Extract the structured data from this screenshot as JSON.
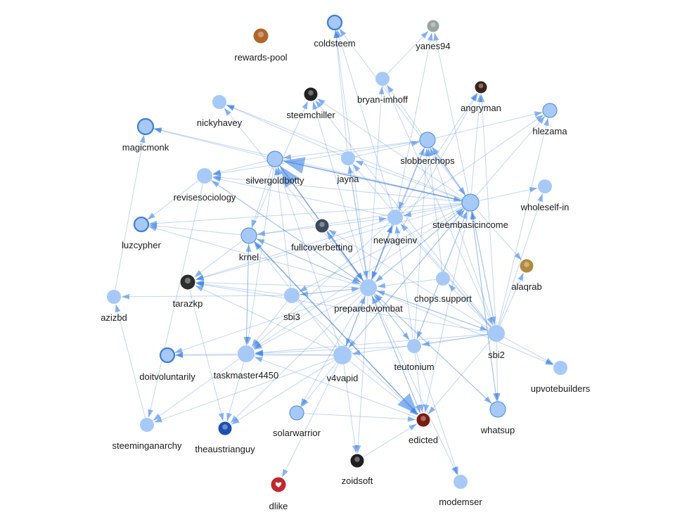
{
  "graph": {
    "nodes": [
      {
        "id": "coldsteem",
        "label": "coldsteem",
        "style": "ring",
        "icon": "user-circle-icon"
      },
      {
        "id": "rewards-pool",
        "label": "rewards-pool",
        "style": "avatar",
        "avatar_color": "#b0662a",
        "icon": "avatar-icon"
      },
      {
        "id": "yanes94",
        "label": "yanes94",
        "style": "avatar",
        "avatar_color": "#9aa3a0",
        "icon": "avatar-icon"
      },
      {
        "id": "bryan-imhoff",
        "label": "bryan-imhoff",
        "style": "plain",
        "icon": "user-circle-icon"
      },
      {
        "id": "steemchiller",
        "label": "steemchiller",
        "style": "avatar",
        "avatar_color": "#222222",
        "icon": "avatar-icon"
      },
      {
        "id": "angryman",
        "label": "angryman",
        "style": "avatar",
        "avatar_color": "#3a2418",
        "icon": "avatar-icon"
      },
      {
        "id": "nickyhavey",
        "label": "nickyhavey",
        "style": "plain",
        "icon": "user-circle-icon"
      },
      {
        "id": "hlezama",
        "label": "hlezama",
        "style": "ring-thin",
        "icon": "user-circle-icon"
      },
      {
        "id": "magicmonk",
        "label": "magicmonk",
        "style": "ring",
        "icon": "user-circle-icon"
      },
      {
        "id": "slobberchops",
        "label": "slobberchops",
        "style": "ring-thin",
        "icon": "user-circle-icon"
      },
      {
        "id": "silvergoldbotty",
        "label": "silvergoldbotty",
        "style": "ring-thin",
        "icon": "user-circle-icon"
      },
      {
        "id": "jayna",
        "label": "jayna",
        "style": "plain",
        "icon": "user-circle-icon"
      },
      {
        "id": "revisesociology",
        "label": "revisesociology",
        "style": "plain",
        "icon": "user-circle-icon"
      },
      {
        "id": "wholeself-in",
        "label": "wholeself-in",
        "style": "plain",
        "icon": "user-circle-icon"
      },
      {
        "id": "steembasicincome",
        "label": "steembasicincome",
        "style": "ring-thin",
        "icon": "user-circle-icon"
      },
      {
        "id": "luzcypher",
        "label": "luzcypher",
        "style": "ring",
        "icon": "user-circle-icon"
      },
      {
        "id": "newageinv",
        "label": "newageinv",
        "style": "plain",
        "icon": "user-circle-icon"
      },
      {
        "id": "krnel",
        "label": "krnel",
        "style": "ring-thin",
        "icon": "user-circle-icon"
      },
      {
        "id": "fullcoverbetting",
        "label": "fullcoverbetting",
        "style": "avatar",
        "avatar_color": "#3c4a5e",
        "icon": "avatar-icon"
      },
      {
        "id": "alaqrab",
        "label": "alaqrab",
        "style": "avatar",
        "avatar_color": "#b38a3c",
        "icon": "avatar-icon"
      },
      {
        "id": "tarazkp",
        "label": "tarazkp",
        "style": "avatar",
        "avatar_color": "#2d2d2d",
        "icon": "avatar-icon"
      },
      {
        "id": "azizbd",
        "label": "azizbd",
        "style": "plain",
        "icon": "user-circle-icon"
      },
      {
        "id": "sbi3",
        "label": "sbi3",
        "style": "plain",
        "icon": "user-circle-icon"
      },
      {
        "id": "preparedwombat",
        "label": "preparedwombat",
        "style": "plain",
        "icon": "user-circle-icon"
      },
      {
        "id": "chops.support",
        "label": "chops.support",
        "style": "plain",
        "icon": "user-circle-icon"
      },
      {
        "id": "sbi2",
        "label": "sbi2",
        "style": "plain",
        "icon": "user-circle-icon"
      },
      {
        "id": "doitvoluntarily",
        "label": "doitvoluntarily",
        "style": "ring",
        "icon": "user-circle-icon"
      },
      {
        "id": "taskmaster4450",
        "label": "taskmaster4450",
        "style": "plain",
        "icon": "user-circle-icon"
      },
      {
        "id": "v4vapid",
        "label": "v4vapid",
        "style": "plain",
        "icon": "user-circle-icon"
      },
      {
        "id": "teutonium",
        "label": "teutonium",
        "style": "plain",
        "icon": "user-circle-icon"
      },
      {
        "id": "upvotebuilders",
        "label": "upvotebuilders",
        "style": "plain",
        "icon": "user-circle-icon"
      },
      {
        "id": "steeminganarchy",
        "label": "steeminganarchy",
        "style": "plain",
        "icon": "user-circle-icon"
      },
      {
        "id": "theaustrianguy",
        "label": "theaustrianguy",
        "style": "avatar",
        "avatar_color": "#1e4fb0",
        "icon": "avatar-icon"
      },
      {
        "id": "solarwarrior",
        "label": "solarwarrior",
        "style": "ring-thin",
        "icon": "user-circle-icon"
      },
      {
        "id": "edicted",
        "label": "edicted",
        "style": "avatar",
        "avatar_color": "#7a1c10",
        "icon": "avatar-icon"
      },
      {
        "id": "whatsup",
        "label": "whatsup",
        "style": "ring-thin",
        "icon": "user-circle-icon"
      },
      {
        "id": "zoidsoft",
        "label": "zoidsoft",
        "style": "avatar",
        "avatar_color": "#1f1f1f",
        "icon": "avatar-icon"
      },
      {
        "id": "dlike",
        "label": "dlike",
        "style": "avatar",
        "avatar_color": "#c0282d",
        "icon": "heart-icon"
      },
      {
        "id": "modemser",
        "label": "modemser",
        "style": "plain",
        "icon": "user-circle-icon"
      }
    ],
    "edges": [
      [
        "newageinv",
        "coldsteem"
      ],
      [
        "jayna",
        "coldsteem"
      ],
      [
        "steembasicincome",
        "coldsteem"
      ],
      [
        "preparedwombat",
        "coldsteem"
      ],
      [
        "bryan-imhoff",
        "yanes94"
      ],
      [
        "steembasicincome",
        "yanes94"
      ],
      [
        "newageinv",
        "yanes94"
      ],
      [
        "preparedwombat",
        "bryan-imhoff"
      ],
      [
        "steembasicincome",
        "bryan-imhoff"
      ],
      [
        "krnel",
        "steemchiller"
      ],
      [
        "steembasicincome",
        "steemchiller"
      ],
      [
        "sbi2",
        "steemchiller"
      ],
      [
        "preparedwombat",
        "steemchiller"
      ],
      [
        "preparedwombat",
        "angryman"
      ],
      [
        "sbi2",
        "angryman"
      ],
      [
        "steembasicincome",
        "angryman"
      ],
      [
        "newageinv",
        "angryman"
      ],
      [
        "steembasicincome",
        "nickyhavey"
      ],
      [
        "jayna",
        "nickyhavey"
      ],
      [
        "preparedwombat",
        "nickyhavey"
      ],
      [
        "steembasicincome",
        "hlezama"
      ],
      [
        "slobberchops",
        "hlezama"
      ],
      [
        "sbi2",
        "hlezama"
      ],
      [
        "newageinv",
        "hlezama"
      ],
      [
        "silvergoldbotty",
        "magicmonk"
      ],
      [
        "steembasicincome",
        "magicmonk"
      ],
      [
        "azizbd",
        "magicmonk"
      ],
      [
        "steembasicincome",
        "slobberchops"
      ],
      [
        "preparedwombat",
        "slobberchops"
      ],
      [
        "sbi2",
        "slobberchops"
      ],
      [
        "chops.support",
        "slobberchops"
      ],
      [
        "teutonium",
        "slobberchops"
      ],
      [
        "steembasicincome",
        "silvergoldbotty"
      ],
      [
        "preparedwombat",
        "silvergoldbotty"
      ],
      [
        "v4vapid",
        "silvergoldbotty"
      ],
      [
        "slobberchops",
        "silvergoldbotty"
      ],
      [
        "sbi3",
        "silvergoldbotty"
      ],
      [
        "preparedwombat",
        "jayna"
      ],
      [
        "steembasicincome",
        "jayna"
      ],
      [
        "sbi2",
        "jayna"
      ],
      [
        "steembasicincome",
        "revisesociology"
      ],
      [
        "preparedwombat",
        "revisesociology"
      ],
      [
        "silvergoldbotty",
        "revisesociology"
      ],
      [
        "newageinv",
        "revisesociology"
      ],
      [
        "slobberchops",
        "revisesociology"
      ],
      [
        "sbi2",
        "wholeself-in"
      ],
      [
        "steembasicincome",
        "wholeself-in"
      ],
      [
        "sbi2",
        "steembasicincome"
      ],
      [
        "preparedwombat",
        "steembasicincome"
      ],
      [
        "slobberchops",
        "steembasicincome"
      ],
      [
        "v4vapid",
        "steembasicincome"
      ],
      [
        "whatsup",
        "steembasicincome"
      ],
      [
        "teutonium",
        "steembasicincome"
      ],
      [
        "silvergoldbotty",
        "steembasicincome"
      ],
      [
        "revisesociology",
        "luzcypher"
      ],
      [
        "steembasicincome",
        "luzcypher"
      ],
      [
        "steembasicincome",
        "newageinv"
      ],
      [
        "preparedwombat",
        "newageinv"
      ],
      [
        "slobberchops",
        "newageinv"
      ],
      [
        "sbi2",
        "newageinv"
      ],
      [
        "v4vapid",
        "newageinv"
      ],
      [
        "krnel",
        "newageinv"
      ],
      [
        "teutonium",
        "newageinv"
      ],
      [
        "steembasicincome",
        "krnel"
      ],
      [
        "preparedwombat",
        "krnel"
      ],
      [
        "silvergoldbotty",
        "krnel"
      ],
      [
        "taskmaster4450",
        "krnel"
      ],
      [
        "v4vapid",
        "krnel"
      ],
      [
        "edicted",
        "krnel"
      ],
      [
        "preparedwombat",
        "fullcoverbetting"
      ],
      [
        "sbi2",
        "fullcoverbetting"
      ],
      [
        "sbi2",
        "alaqrab"
      ],
      [
        "steembasicincome",
        "alaqrab"
      ],
      [
        "preparedwombat",
        "tarazkp"
      ],
      [
        "steembasicincome",
        "tarazkp"
      ],
      [
        "sbi3",
        "tarazkp"
      ],
      [
        "v4vapid",
        "tarazkp"
      ],
      [
        "sbi2",
        "tarazkp"
      ],
      [
        "krnel",
        "tarazkp"
      ],
      [
        "newageinv",
        "tarazkp"
      ],
      [
        "sbi3",
        "azizbd"
      ],
      [
        "steeminganarchy",
        "azizbd"
      ],
      [
        "preparedwombat",
        "sbi3"
      ],
      [
        "steembasicincome",
        "sbi3"
      ],
      [
        "sbi2",
        "preparedwombat"
      ],
      [
        "steembasicincome",
        "preparedwombat"
      ],
      [
        "v4vapid",
        "preparedwombat"
      ],
      [
        "sbi3",
        "preparedwombat"
      ],
      [
        "chops.support",
        "preparedwombat"
      ],
      [
        "teutonium",
        "preparedwombat"
      ],
      [
        "silvergoldbotty",
        "preparedwombat"
      ],
      [
        "jayna",
        "preparedwombat"
      ],
      [
        "krnel",
        "preparedwombat"
      ],
      [
        "edicted",
        "preparedwombat"
      ],
      [
        "whatsup",
        "preparedwombat"
      ],
      [
        "slobberchops",
        "preparedwombat"
      ],
      [
        "newageinv",
        "preparedwombat"
      ],
      [
        "fullcoverbetting",
        "preparedwombat"
      ],
      [
        "revisesociology",
        "preparedwombat"
      ],
      [
        "sbi2",
        "chops.support"
      ],
      [
        "steembasicincome",
        "sbi2"
      ],
      [
        "preparedwombat",
        "sbi2"
      ],
      [
        "taskmaster4450",
        "doitvoluntarily"
      ],
      [
        "preparedwombat",
        "doitvoluntarily"
      ],
      [
        "v4vapid",
        "doitvoluntarily"
      ],
      [
        "v4vapid",
        "taskmaster4450"
      ],
      [
        "preparedwombat",
        "taskmaster4450"
      ],
      [
        "sbi2",
        "taskmaster4450"
      ],
      [
        "steembasicincome",
        "taskmaster4450"
      ],
      [
        "sbi3",
        "taskmaster4450"
      ],
      [
        "silvergoldbotty",
        "taskmaster4450"
      ],
      [
        "teutonium",
        "taskmaster4450"
      ],
      [
        "newageinv",
        "taskmaster4450"
      ],
      [
        "krnel",
        "taskmaster4450"
      ],
      [
        "edicted",
        "taskmaster4450"
      ],
      [
        "preparedwombat",
        "v4vapid"
      ],
      [
        "sbi2",
        "v4vapid"
      ],
      [
        "steembasicincome",
        "v4vapid"
      ],
      [
        "preparedwombat",
        "teutonium"
      ],
      [
        "sbi2",
        "teutonium"
      ],
      [
        "steembasicincome",
        "teutonium"
      ],
      [
        "sbi2",
        "upvotebuilders"
      ],
      [
        "preparedwombat",
        "upvotebuilders"
      ],
      [
        "taskmaster4450",
        "steeminganarchy"
      ],
      [
        "v4vapid",
        "steeminganarchy"
      ],
      [
        "revisesociology",
        "steeminganarchy"
      ],
      [
        "taskmaster4450",
        "theaustrianguy"
      ],
      [
        "v4vapid",
        "theaustrianguy"
      ],
      [
        "preparedwombat",
        "theaustrianguy"
      ],
      [
        "tarazkp",
        "theaustrianguy"
      ],
      [
        "v4vapid",
        "solarwarrior"
      ],
      [
        "preparedwombat",
        "solarwarrior"
      ],
      [
        "krnel",
        "edicted"
      ],
      [
        "v4vapid",
        "edicted"
      ],
      [
        "preparedwombat",
        "edicted"
      ],
      [
        "sbi2",
        "edicted"
      ],
      [
        "teutonium",
        "edicted"
      ],
      [
        "steembasicincome",
        "edicted"
      ],
      [
        "solarwarrior",
        "edicted"
      ],
      [
        "zoidsoft",
        "edicted"
      ],
      [
        "sbi3",
        "edicted"
      ],
      [
        "preparedwombat",
        "whatsup"
      ],
      [
        "sbi2",
        "whatsup"
      ],
      [
        "steembasicincome",
        "whatsup"
      ],
      [
        "v4vapid",
        "zoidsoft"
      ],
      [
        "preparedwombat",
        "zoidsoft"
      ],
      [
        "v4vapid",
        "dlike"
      ],
      [
        "preparedwombat",
        "modemser"
      ],
      [
        "teutonium",
        "modemser"
      ],
      [
        "preparedwombat",
        "luzcypher"
      ],
      [
        "krnel",
        "luzcypher"
      ],
      [
        "jayna",
        "slobberchops"
      ],
      [
        "bryan-imhoff",
        "sbi2"
      ]
    ],
    "strong_edges": [
      [
        "newageinv",
        "krnel"
      ],
      [
        "krnel",
        "edicted"
      ],
      [
        "preparedwombat",
        "silvergoldbotty"
      ],
      [
        "steembasicincome",
        "silvergoldbotty"
      ]
    ],
    "colors": {
      "node_fill": "#a7c9f7",
      "ring": "#3d7fd3",
      "edge": "#3f7fd6",
      "arrow": "#3f86e6",
      "label": "#1a1a1a"
    }
  }
}
